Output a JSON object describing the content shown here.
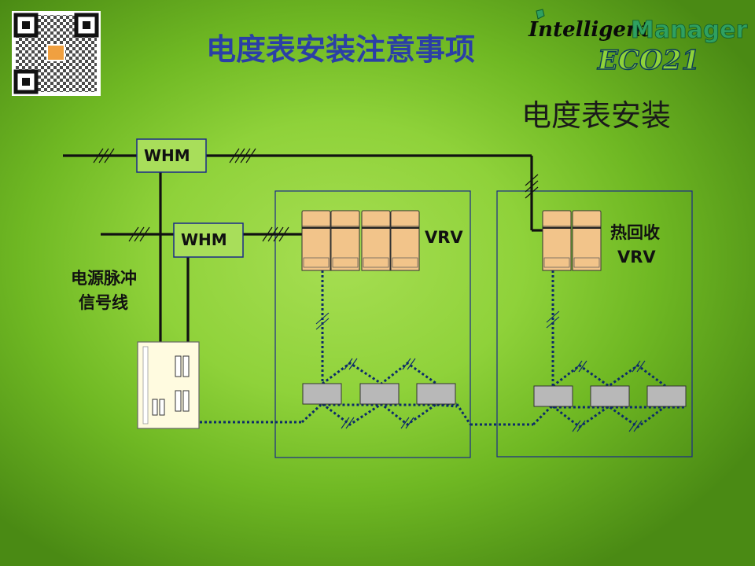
{
  "slide": {
    "title": "电度表安装注意事项",
    "subtitle": "电度表安装"
  },
  "logo": {
    "line1": "Intelligent",
    "line2": "Manager",
    "line3": "ECO21"
  },
  "diagram": {
    "whm_top": "WHM",
    "whm_mid": "WHM",
    "pulse_line_label_1": "电源脉冲",
    "pulse_line_label_2": "信号线",
    "vrv_label": "VRV",
    "hr_vrv_label_1": "热回收",
    "hr_vrv_label_2": "VRV"
  },
  "colors": {
    "title": "#2b3fa6",
    "line": "#111111",
    "dotted_line": "#0c2a6a",
    "box_outline": "#1a2a8a",
    "outdoor_unit": "#f2c48a",
    "indoor_unit": "#b8b8b8",
    "controller": "#fffbe0"
  }
}
